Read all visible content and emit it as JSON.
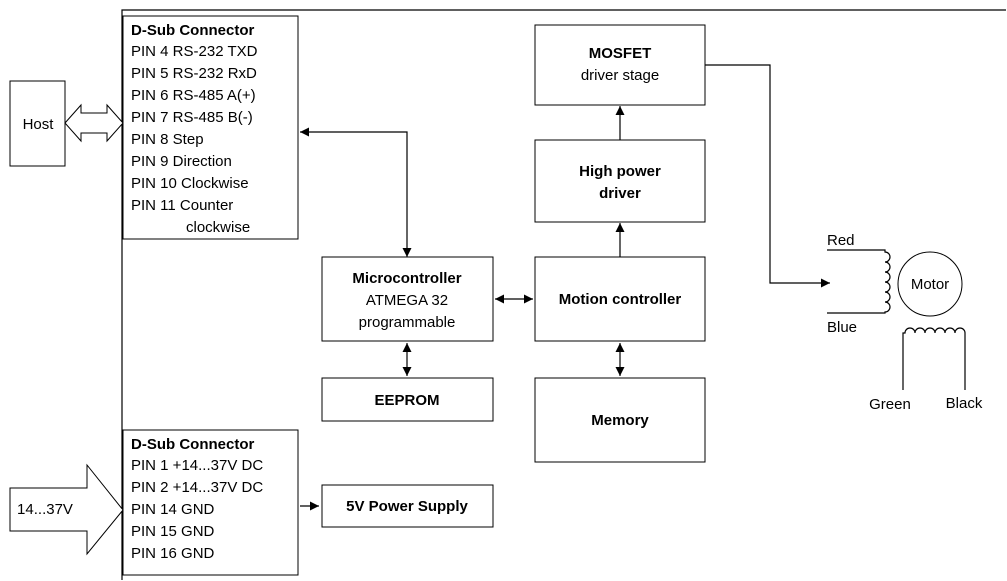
{
  "host": {
    "label": "Host"
  },
  "supply_input": {
    "label": "14...37V"
  },
  "dsub_top": {
    "title": "D-Sub Connector",
    "pins": [
      "PIN 4 RS-232 TXD",
      "PIN 5 RS-232 RxD",
      "PIN 6 RS-485 A(+)",
      "PIN 7 RS-485 B(-)",
      "PIN 8 Step",
      "PIN 9 Direction",
      "PIN 10 Clockwise",
      "PIN 11 Counter",
      "clockwise"
    ]
  },
  "dsub_bottom": {
    "title": "D-Sub Connector",
    "pins": [
      "PIN 1 +14...37V DC",
      "PIN 2 +14...37V DC",
      "PIN 14 GND",
      "PIN 15 GND",
      "PIN 16 GND"
    ]
  },
  "mosfet": {
    "title": "MOSFET",
    "subtitle": "driver stage"
  },
  "high_power_driver": {
    "line1": "High power",
    "line2": "driver"
  },
  "microcontroller": {
    "title": "Microcontroller",
    "line1": "ATMEGA 32",
    "line2": "programmable"
  },
  "motion_controller": {
    "label": "Motion controller"
  },
  "eeprom": {
    "label": "EEPROM"
  },
  "memory": {
    "label": "Memory"
  },
  "power_supply": {
    "label": "5V Power Supply"
  },
  "motor": {
    "label": "Motor",
    "wires": {
      "red": "Red",
      "blue": "Blue",
      "green": "Green",
      "black": "Black"
    }
  }
}
